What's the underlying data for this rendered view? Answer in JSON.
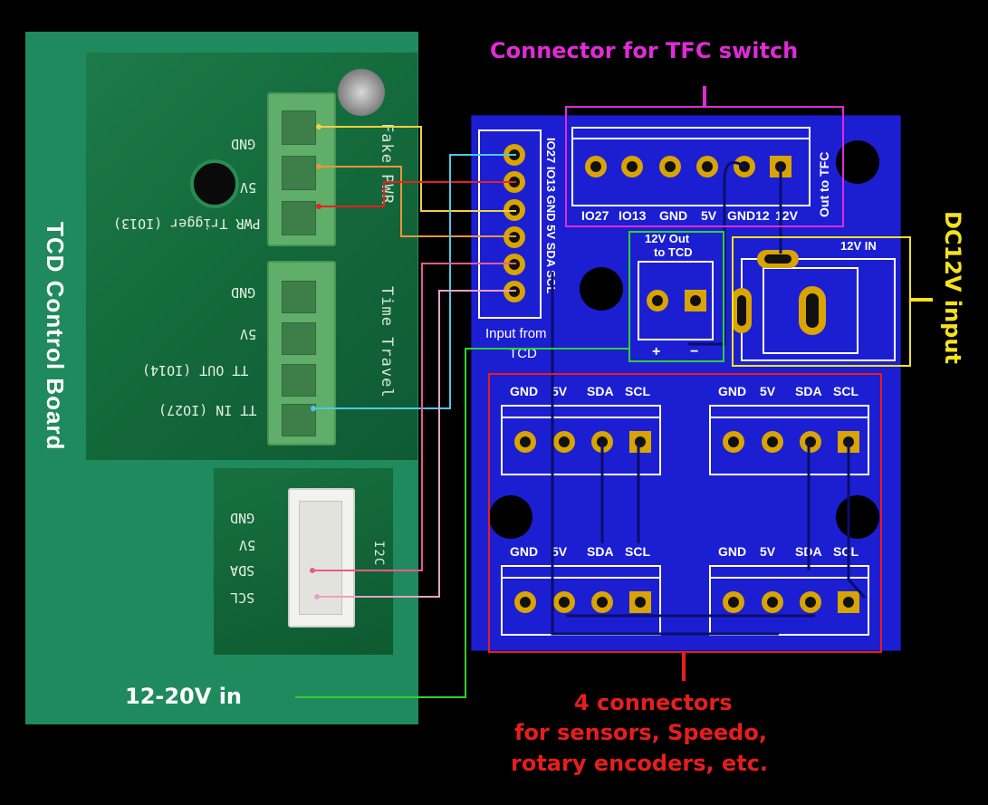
{
  "tcd_board": {
    "title": "TCD Control Board",
    "silkscreen_upper": [
      "GND",
      "5V",
      "PWR Trigger (IO13)",
      "GND",
      "5V",
      "TT OUT (IO14)",
      "TT IN (IO27)"
    ],
    "side_labels": [
      "Fake PWR",
      "Time Travel"
    ],
    "silkscreen_i2c": [
      "GND",
      "5V",
      "SDA",
      "SCL"
    ],
    "i2c_label": "I2C"
  },
  "adapter": {
    "input_labels": [
      "IO27",
      "IO13",
      "GND",
      "5V",
      "SDA",
      "SCL"
    ],
    "input_caption_line1": "Input from",
    "input_caption_line2": "TCD",
    "tfc_labels": [
      "IO27",
      "IO13",
      "GND",
      "5V",
      "GND12",
      "12V"
    ],
    "tfc_side_label": "Out to TFC",
    "out12_line1": "12V Out",
    "out12_line2": "to TCD",
    "plus": "+",
    "minus": "−",
    "in12_label": "12V IN",
    "sensor_headers": [
      "GND",
      "5V",
      "SDA",
      "SCL"
    ]
  },
  "callouts": {
    "tfc": "Connector for TFC switch",
    "dc12": "DC12V input",
    "power_in": "12-20V in",
    "sensors_line1": "4 connectors",
    "sensors_line2": "for sensors, Speedo,",
    "sensors_line3": "rotary encoders, etc."
  },
  "colors": {
    "tfc_callout": "#e02bd6",
    "dc12_callout": "#f4e21e",
    "sensor_callout": "#e81d1d",
    "power_callout": "#2fd12f",
    "pcb_blue": "#1b1fd1",
    "pad_gold": "#d9a400",
    "tcd_green": "#1f8a5e"
  }
}
